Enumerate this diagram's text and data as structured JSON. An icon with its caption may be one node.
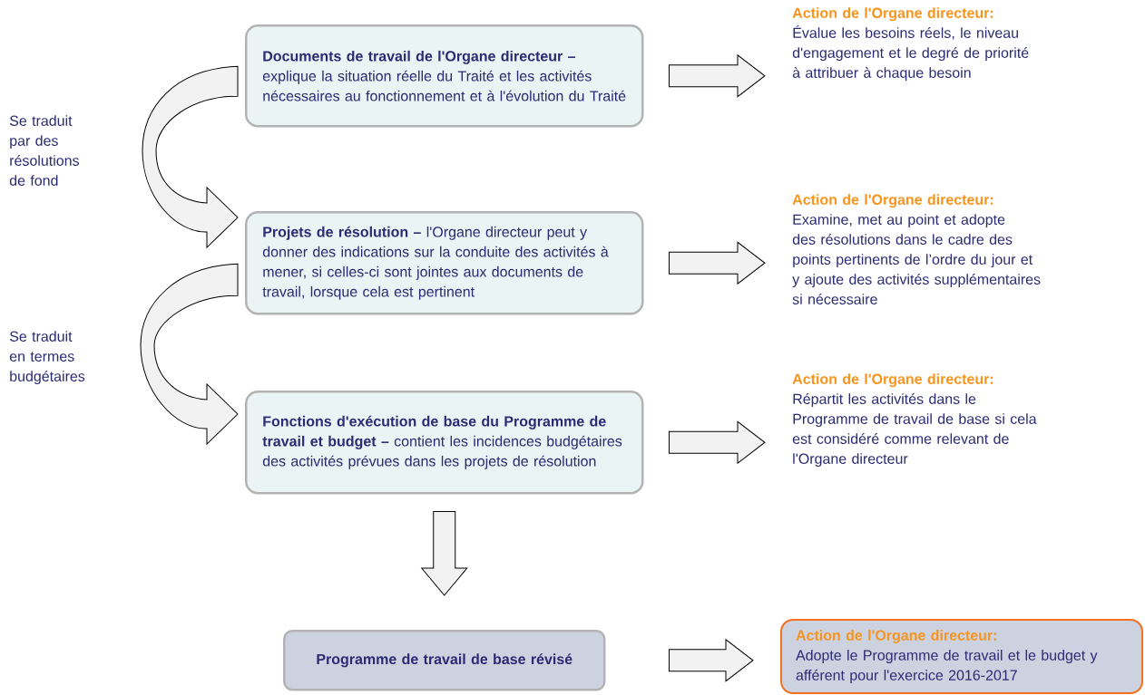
{
  "diagram": {
    "nodes": [
      {
        "text": [
          "**Documents de travail de l'Organe directeur –** explique la situation réelle du Traité et les activités nécessaires au fonctionnement et à l'évolution du Traité"
        ]
      },
      {
        "text": [
          "**Projets de résolution –** l'Organe directeur peut y donner des indications sur la conduite des activités à mener, si celles-ci sont jointes aux documents de travail, lorsque cela est pertinent"
        ]
      },
      {
        "text": [
          "**Fonctions d'exécution de base du Programme de travail et budget –** contient les incidences budgétaires des activités prévues dans les projets de résolution"
        ]
      },
      {
        "text": [
          "Programme de travail de base révisé"
        ]
      },
      {
        "text": [
          "Action de l'Organe directeur:",
          "Évalue les besoins réels, le niveau d'engagement et le degré de priorité à attribuer à chaque besoin"
        ]
      },
      {
        "text": [
          "Action de l'Organe directeur:",
          "Examine, met au point et adopte des résolutions dans le cadre des points pertinents de l’ordre du jour et y ajoute des activités supplémentaires si nécessaire"
        ]
      },
      {
        "text": [
          "Action de l'Organe directeur:",
          "Répartit les activités dans le Programme de travail de base si cela est considéré comme relevant de l'Organe directeur"
        ]
      },
      {
        "text": [
          "Action de l'Organe directeur:",
          "Adopte le Programme de travail et le budget y afférent pour l'exercice 2016-2017"
        ]
      }
    ],
    "edges": [
      {
        "from": 0,
        "to": 1,
        "arrow": "to"
      },
      {
        "from": 0,
        "to": 4,
        "arrow": "to"
      },
      {
        "from": 1,
        "to": 2,
        "arrow": "to"
      },
      {
        "from": 1,
        "to": 5,
        "arrow": "to"
      },
      {
        "from": 2,
        "to": 3,
        "arrow": "to"
      },
      {
        "from": 2,
        "to": 6,
        "arrow": "to"
      },
      {
        "from": 3,
        "to": 7,
        "arrow": "to"
      }
    ],
    "labels": [
      "Se traduit par des résolutions de fond",
      "Se traduit en termes budgétaires"
    ]
  }
}
